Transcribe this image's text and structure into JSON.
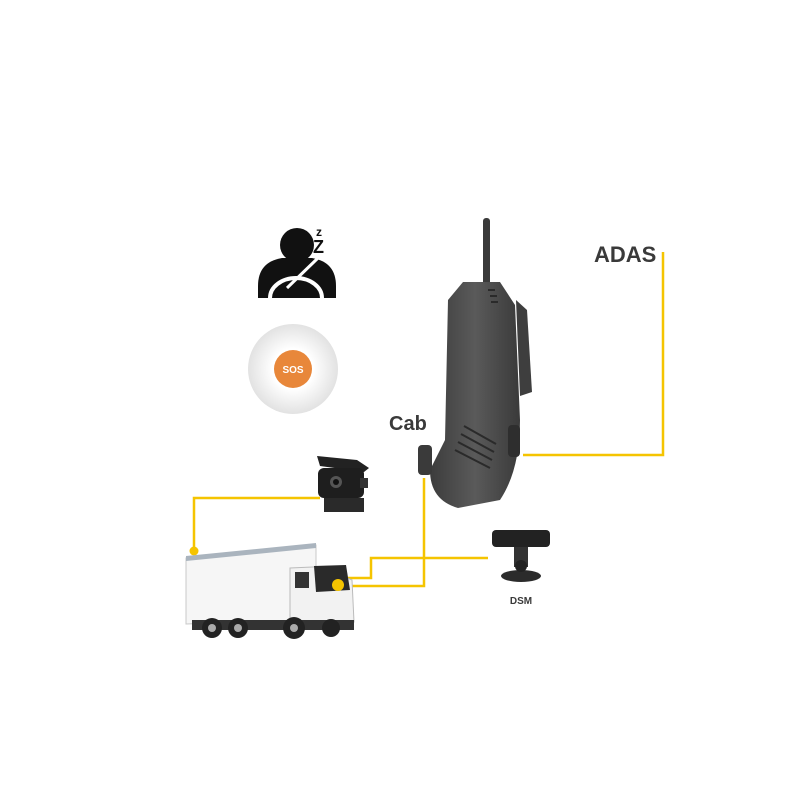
{
  "labels": {
    "adas": "ADAS",
    "cab": "Cab",
    "dsm": "DSM",
    "sos": "SOS"
  },
  "icons": [
    "drowsy-driver-icon",
    "sos-button-icon",
    "rear-camera-icon",
    "dashcam-device-icon",
    "dsm-camera-icon",
    "truck-icon"
  ],
  "colors": {
    "connector": "#f5c400",
    "sos_orange": "#e8873a",
    "device": "#4a4a4a",
    "text": "#3a3a3a"
  }
}
